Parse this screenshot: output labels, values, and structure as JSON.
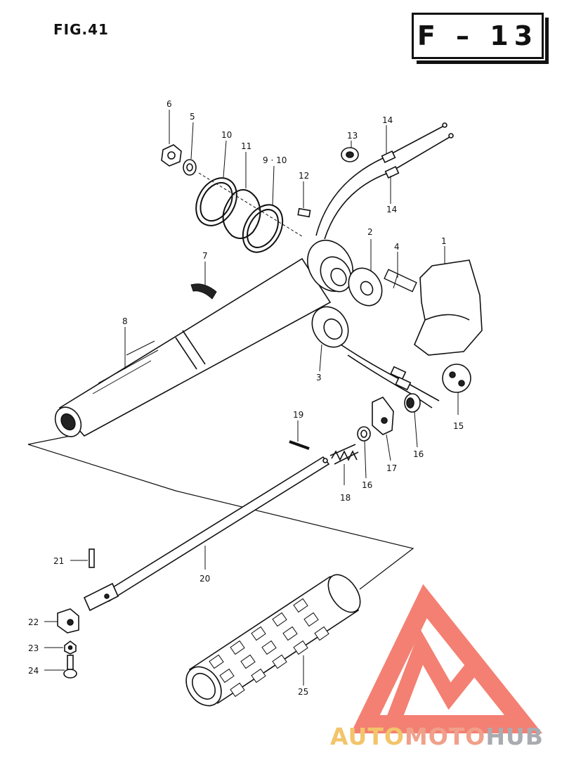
{
  "header": {
    "figure_label": "FIG.41",
    "page_code": "F – 13"
  },
  "callouts": [
    "1",
    "2",
    "3",
    "4",
    "5",
    "6",
    "7",
    "8",
    "9 · 10",
    "10",
    "11",
    "12",
    "13",
    "14",
    "14",
    "15",
    "16",
    "16",
    "17",
    "18",
    "19",
    "20",
    "21",
    "22",
    "23",
    "24",
    "25"
  ],
  "parts": [
    "bracket-cover",
    "washer",
    "bushing",
    "bolt",
    "lock-washer",
    "nut",
    "band",
    "tiller-handle-tube",
    "ring-washer",
    "wave-washer",
    "key",
    "cable-nut",
    "throttle-cables",
    "cable-clamp",
    "cable-collar",
    "cable-bracket",
    "spring",
    "pin",
    "throttle-shaft",
    "pin-small",
    "shaft-end-block",
    "small-washer",
    "screw",
    "throttle-grip"
  ],
  "watermark": {
    "part1": "AUTO",
    "part2": "MOTO",
    "part3": "HUB",
    "logo_color": "#f26b5b",
    "colors": [
      "#f2c56a",
      "#f0a08a",
      "#a9abb0"
    ]
  }
}
